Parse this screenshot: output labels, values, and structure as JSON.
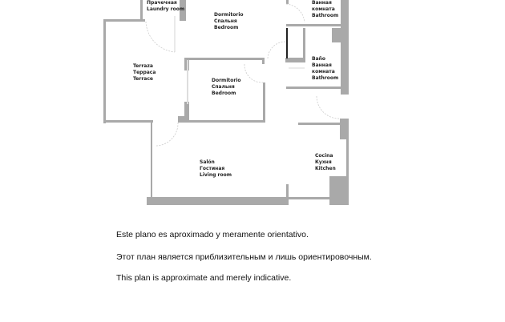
{
  "colors": {
    "wall": "#a9a9a9",
    "thin_wall": "#b5b5b5",
    "door_arc": "#cccccc",
    "text": "#222222"
  },
  "rooms": {
    "laundry": [
      "Прачечная",
      "Laundry room"
    ],
    "bedroom1": [
      "Dormitorio",
      "Спальня",
      "Bedroom"
    ],
    "bathroom1": [
      "Ванная",
      "комната",
      "Bathroom"
    ],
    "terrace": [
      "Terraza",
      "Терраса",
      "Terrace"
    ],
    "bedroom2": [
      "Dormitorio",
      "Спальня",
      "Bedroom"
    ],
    "bathroom2": [
      "Baño",
      "Ванная",
      "комната",
      "Bathroom"
    ],
    "living": [
      "Salón",
      "Гостиная",
      "Living room"
    ],
    "kitchen": [
      "Cocina",
      "Кухня",
      "Kitchen"
    ]
  },
  "notes": [
    "Este plano es aproximado y meramente orientativo.",
    "Этот план является приблизительным и лишь ориентировочным.",
    "This plan is approximate and merely indicative."
  ]
}
